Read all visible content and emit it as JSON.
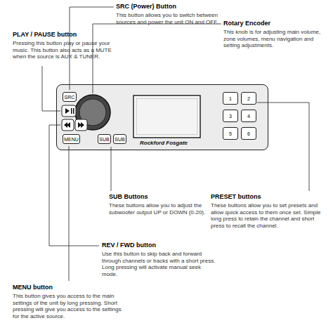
{
  "diagram": {
    "nodes": [
      {
        "text": [
          "Rockford Fosgate"
        ]
      },
      {
        "text": [
          "SRC"
        ],
        "in": 0
      },
      {
        "text": [
          "MENU"
        ],
        "in": 0
      },
      {
        "text": [
          "SUB"
        ],
        "in": 0
      },
      {
        "text": [
          "SUB"
        ],
        "in": 0
      },
      {
        "text": [
          "1"
        ],
        "in": 0
      },
      {
        "text": [
          "2"
        ],
        "in": 0
      },
      {
        "text": [
          "3"
        ],
        "in": 0
      },
      {
        "text": [
          "4"
        ],
        "in": 0
      },
      {
        "text": [
          "5"
        ],
        "in": 0
      },
      {
        "text": [
          "6"
        ],
        "in": 0
      }
    ],
    "labels": [
      "SRC (Power) Button",
      "This button allows you to switch between sources and power the unit ON and OFF.",
      "Rotary Encoder",
      "This knob is for adjusting main volume, zone volumes, menu navigation and setting adjustments.",
      "PLAY / PAUSE button",
      "Pressing this button play or pause your music. This button also acts as a MUTE when the source is AUX & TUNER.",
      "SUB Buttons",
      "These buttons allow you to adjust the subwoofer output UP or DOWN (0-20).",
      "PRESET buttons",
      "These buttons allow you to set presets and allow quick access to them once set. Simple long press to retain the channel and short press to recall the channel.",
      "REV / FWD button",
      "Use this button to skip back and forward through channels or tracks with a short press. Long pressing will activate manual seek mode.",
      "MENU button",
      "This button gives you access to the main settings of the unit by long pressing. Short pressing will give you access to the settings for the active source."
    ]
  }
}
